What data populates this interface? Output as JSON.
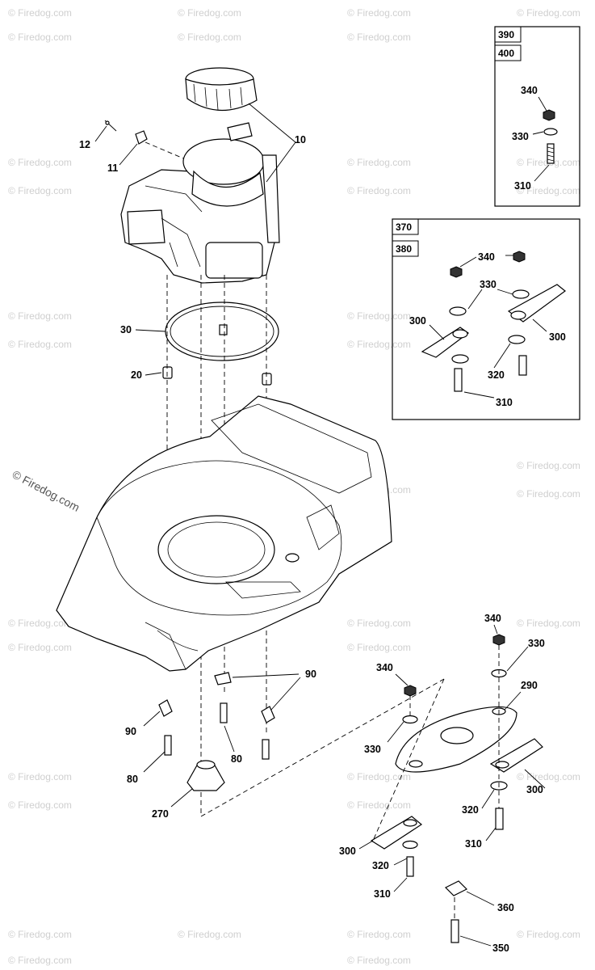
{
  "watermark": {
    "text": "© Firedog.com",
    "prominent_text": "© Firedog.com"
  },
  "callouts": {
    "c12": "12",
    "c11": "11",
    "c10": "10",
    "c30": "30",
    "c20": "20",
    "c90a": "90",
    "c90b": "90",
    "c80a": "80",
    "c80b": "80",
    "c270": "270",
    "c340a": "340",
    "c330a": "330",
    "c290": "290",
    "c300a": "300",
    "c340b": "340",
    "c330b": "330",
    "c320a": "320",
    "c310a": "310",
    "c300b": "300",
    "c320b": "320",
    "c310b": "310",
    "c360": "360",
    "c350": "350"
  },
  "inset_top": {
    "labels": [
      "390",
      "400"
    ],
    "callouts": {
      "c340": "340",
      "c330": "330",
      "c310": "310"
    }
  },
  "inset_mid": {
    "labels": [
      "370",
      "380"
    ],
    "callouts": {
      "c340": "340",
      "c330": "330",
      "c300a": "300",
      "c300b": "300",
      "c320": "320",
      "c310": "310"
    }
  }
}
